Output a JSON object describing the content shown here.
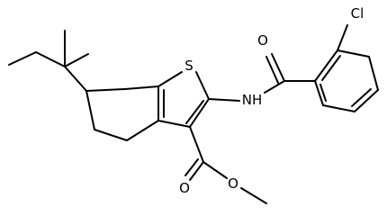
{
  "molecule": {
    "atoms": {
      "chlorine": "Cl",
      "carbonyl_oxygen_amide": "O",
      "amide_nitrogen": "NH",
      "sulfur": "S",
      "carbonyl_oxygen_ester": "O",
      "ether_oxygen_ester": "O"
    }
  }
}
